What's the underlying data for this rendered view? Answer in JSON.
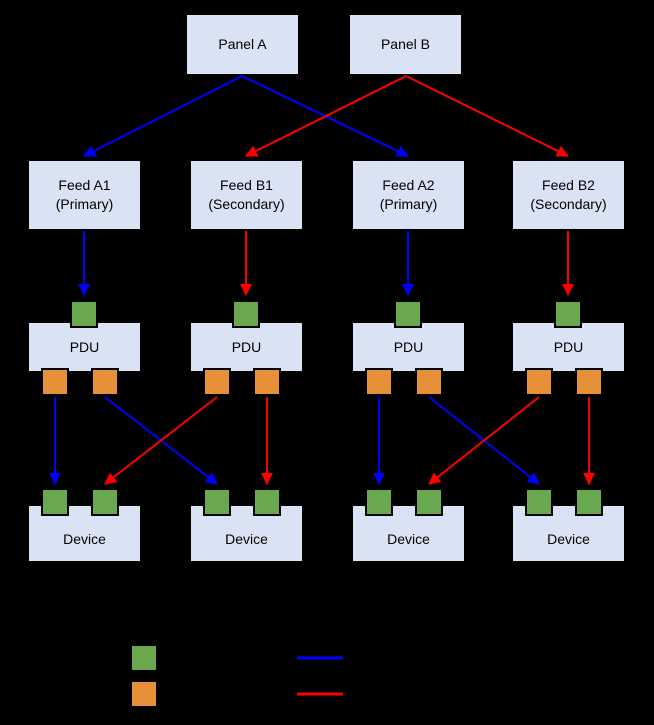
{
  "diagram": {
    "panels": [
      {
        "label": "Panel A"
      },
      {
        "label": "Panel B"
      }
    ],
    "feeds": [
      {
        "label": "Feed A1",
        "sublabel": "(Primary)"
      },
      {
        "label": "Feed B1",
        "sublabel": "(Secondary)"
      },
      {
        "label": "Feed A2",
        "sublabel": "(Primary)"
      },
      {
        "label": "Feed B2",
        "sublabel": "(Secondary)"
      }
    ],
    "pdus": [
      {
        "label": "PDU"
      },
      {
        "label": "PDU"
      },
      {
        "label": "PDU"
      },
      {
        "label": "PDU"
      }
    ],
    "devices": [
      {
        "label": "Device"
      },
      {
        "label": "Device"
      },
      {
        "label": "Device"
      },
      {
        "label": "Device"
      }
    ],
    "connections": [
      {
        "from": "Panel A",
        "to": "Feed A1",
        "path": "primary"
      },
      {
        "from": "Panel A",
        "to": "Feed A2",
        "path": "primary"
      },
      {
        "from": "Panel B",
        "to": "Feed B1",
        "path": "secondary"
      },
      {
        "from": "Panel B",
        "to": "Feed B2",
        "path": "secondary"
      },
      {
        "from": "Feed A1",
        "to": "PDU 1 input",
        "path": "primary"
      },
      {
        "from": "Feed B1",
        "to": "PDU 2 input",
        "path": "secondary"
      },
      {
        "from": "Feed A2",
        "to": "PDU 3 input",
        "path": "primary"
      },
      {
        "from": "Feed B2",
        "to": "PDU 4 input",
        "path": "secondary"
      },
      {
        "from": "PDU 1 output left",
        "to": "Device 1 input left",
        "path": "primary"
      },
      {
        "from": "PDU 1 output right",
        "to": "Device 2 input left",
        "path": "primary"
      },
      {
        "from": "PDU 2 output left",
        "to": "Device 1 input right",
        "path": "secondary"
      },
      {
        "from": "PDU 2 output right",
        "to": "Device 2 input right",
        "path": "secondary"
      },
      {
        "from": "PDU 3 output left",
        "to": "Device 3 input left",
        "path": "primary"
      },
      {
        "from": "PDU 3 output right",
        "to": "Device 4 input left",
        "path": "primary"
      },
      {
        "from": "PDU 4 output left",
        "to": "Device 3 input right",
        "path": "secondary"
      },
      {
        "from": "PDU 4 output right",
        "to": "Device 4 input right",
        "path": "secondary"
      }
    ],
    "legend": {
      "swatches": [
        {
          "type": "input_port"
        },
        {
          "type": "output_port"
        }
      ],
      "lines": [
        {
          "type": "primary_path"
        },
        {
          "type": "secondary_path"
        }
      ]
    },
    "colors": {
      "background": "#000000",
      "box_fill": "#dae3f3",
      "box_border": "#000000",
      "box_text": "#000000",
      "input_port": "#6aa84f",
      "output_port": "#e69138",
      "primary_path": "#0000ff",
      "secondary_path": "#ff0000"
    }
  }
}
